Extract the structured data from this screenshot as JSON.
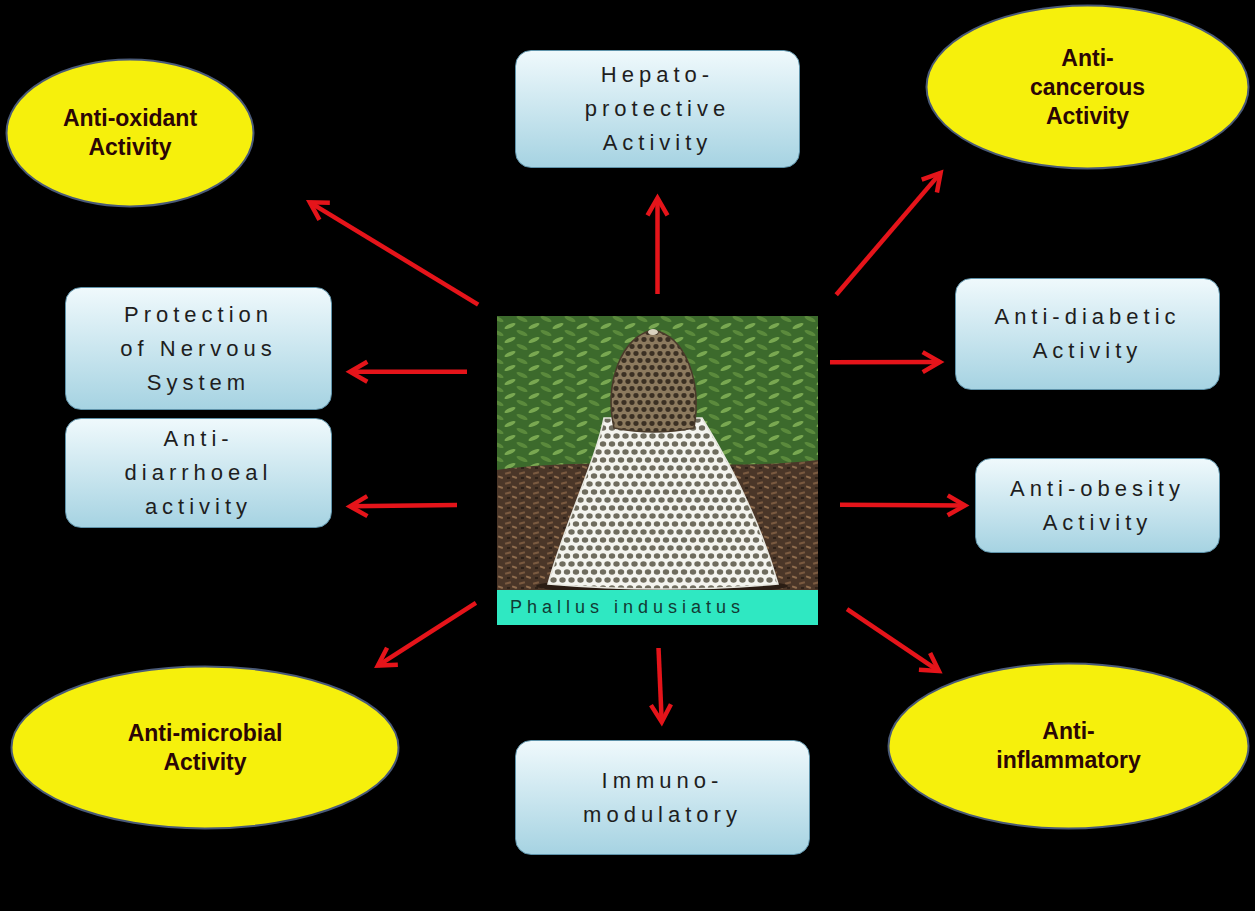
{
  "diagram": {
    "nodes": [
      {
        "text": [
          "Anti-oxidant Activity"
        ]
      },
      {
        "text": [
          "Hepato- protective Activity"
        ]
      },
      {
        "text": [
          "Anti- cancerous Activity"
        ]
      },
      {
        "text": [
          "Protection of Nervous System"
        ]
      },
      {
        "text": [
          "Phallus indusiatus"
        ]
      },
      {
        "text": [
          "Anti-diabetic Activity"
        ]
      },
      {
        "text": [
          "Anti- diarrhoeal activity"
        ]
      },
      {
        "text": [
          "Anti-obesity Activity"
        ]
      },
      {
        "text": [
          "Anti-microbial Activity"
        ]
      },
      {
        "text": [
          "Immuno- modulatory"
        ]
      },
      {
        "text": [
          "Anti- inflammatory"
        ]
      }
    ],
    "edges": [
      {
        "from": 4,
        "to": 0,
        "arrow": "to"
      },
      {
        "from": 4,
        "to": 1,
        "arrow": "to"
      },
      {
        "from": 4,
        "to": 2,
        "arrow": "to"
      },
      {
        "from": 4,
        "to": 3,
        "arrow": "to"
      },
      {
        "from": 4,
        "to": 5,
        "arrow": "to"
      },
      {
        "from": 4,
        "to": 6,
        "arrow": "to"
      },
      {
        "from": 4,
        "to": 7,
        "arrow": "to"
      },
      {
        "from": 4,
        "to": 8,
        "arrow": "to"
      },
      {
        "from": 4,
        "to": 9,
        "arrow": "to"
      },
      {
        "from": 4,
        "to": 10,
        "arrow": "to"
      }
    ]
  }
}
